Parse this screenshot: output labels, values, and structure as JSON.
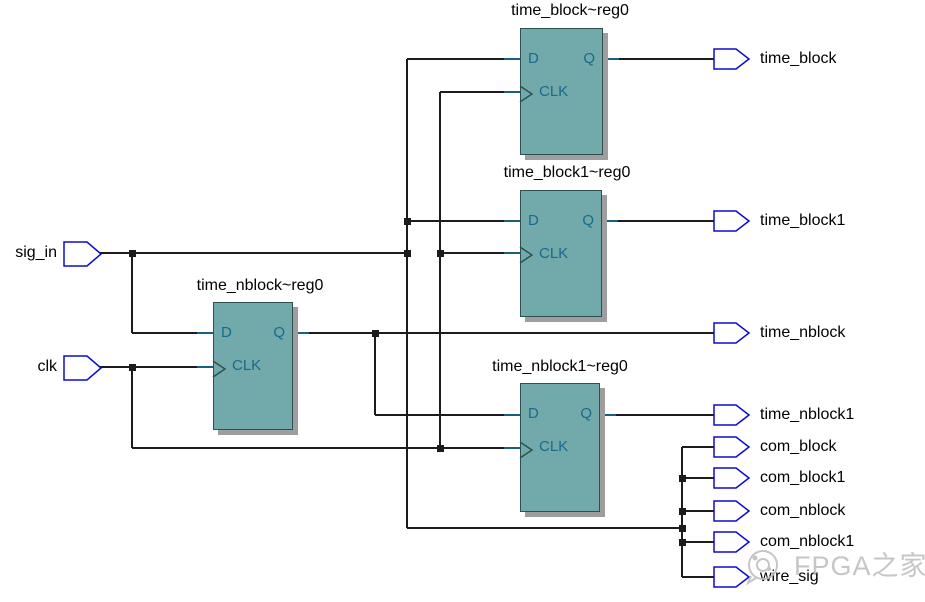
{
  "diagram": {
    "registers": [
      {
        "name": "time_block~reg0",
        "port_d": "D",
        "port_q": "Q",
        "port_clk": "CLK"
      },
      {
        "name": "time_block1~reg0",
        "port_d": "D",
        "port_q": "Q",
        "port_clk": "CLK"
      },
      {
        "name": "time_nblock~reg0",
        "port_d": "D",
        "port_q": "Q",
        "port_clk": "CLK"
      },
      {
        "name": "time_nblock1~reg0",
        "port_d": "D",
        "port_q": "Q",
        "port_clk": "CLK"
      }
    ],
    "input_pins": [
      {
        "label": "sig_in"
      },
      {
        "label": "clk"
      }
    ],
    "output_pins": [
      {
        "label": "time_block"
      },
      {
        "label": "time_block1"
      },
      {
        "label": "time_nblock"
      },
      {
        "label": "time_nblock1"
      },
      {
        "label": "com_block"
      },
      {
        "label": "com_block1"
      },
      {
        "label": "com_nblock"
      },
      {
        "label": "com_nblock1"
      },
      {
        "label": "wire_sig"
      }
    ],
    "watermark": {
      "text": "FPGA之家"
    },
    "colors": {
      "background": "#ffffff",
      "register_fill": "#72a9aa",
      "register_border": "#2c4f50",
      "register_shadow": "#9e9e9e",
      "port_label": "#1a6a8e",
      "port_stub": "#1a5f82",
      "pin_outline": "#0b0bcf",
      "wire": "#1c1c1c",
      "watermark": "#bdbdbd"
    }
  }
}
